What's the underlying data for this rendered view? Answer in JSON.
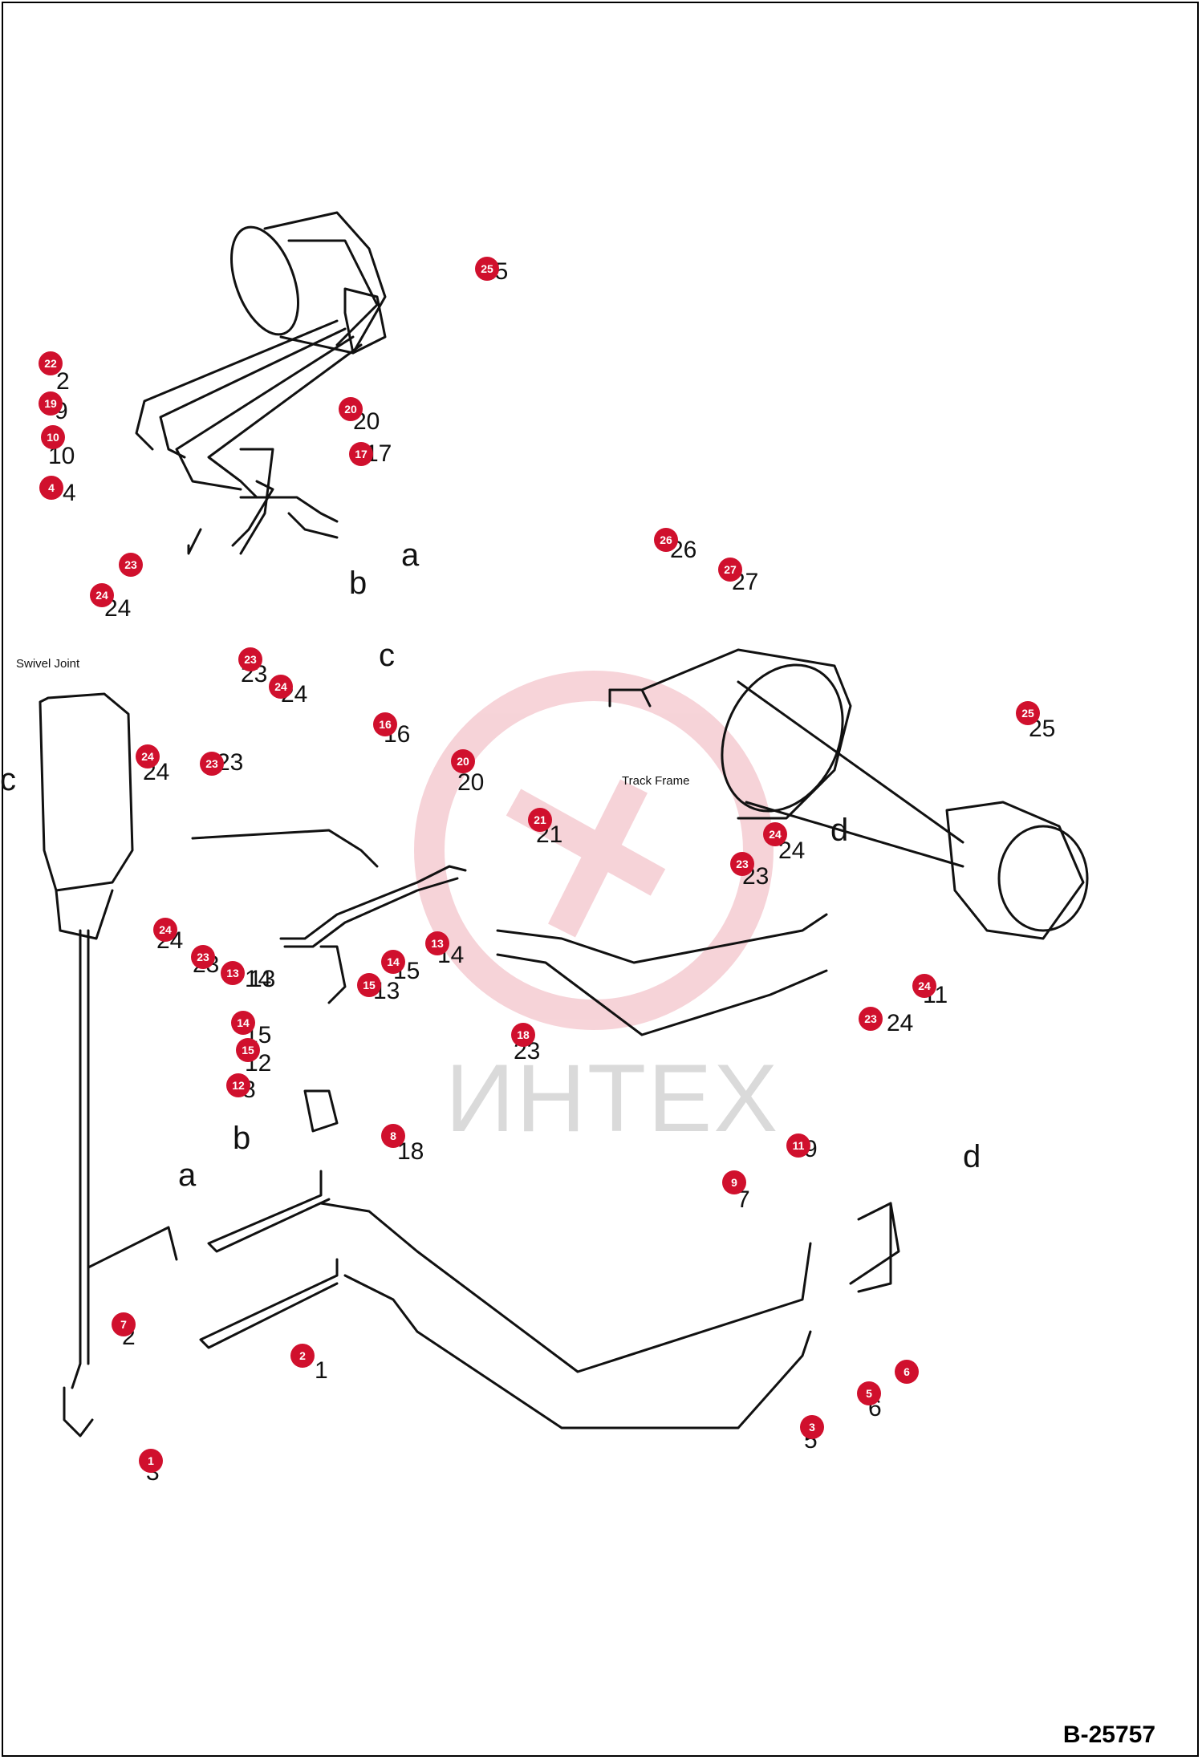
{
  "diagram": {
    "swivel_joint_label": "Swivel Joint",
    "track_frame_label": "Track Frame",
    "drawing_number": "B-25757",
    "watermark_text": "ИНТЕХ",
    "accent_color": "#d0102d",
    "connection_letters": {
      "a_top": "a",
      "b_top": "b",
      "c_top": "c",
      "c_left": "c",
      "d_right": "d",
      "d_bottom": "d",
      "a_bottom": "a",
      "b_bottom": "b"
    },
    "callouts": [
      "25",
      "22",
      "19",
      "10",
      "4",
      "20",
      "17",
      "23",
      "24",
      "23",
      "24",
      "26",
      "27",
      "25",
      "24",
      "23",
      "16",
      "20",
      "21",
      "24",
      "23",
      "24",
      "23",
      "13",
      "14",
      "15",
      "13",
      "14",
      "15",
      "12",
      "8",
      "18",
      "23",
      "24",
      "11",
      "9",
      "7",
      "2",
      "1",
      "3",
      "5",
      "6"
    ],
    "part_labels": [
      "25",
      "2",
      "9",
      "10",
      "4",
      "20",
      "17",
      "24",
      "23",
      "24",
      "26",
      "27",
      "25",
      "24",
      "23",
      "16",
      "20",
      "21",
      "24",
      "23",
      "24",
      "23",
      "13",
      "14",
      "15",
      "13",
      "14",
      "15",
      "12",
      "8",
      "18",
      "23",
      "24",
      "11",
      "9",
      "7",
      "2",
      "1",
      "3",
      "5",
      "6"
    ]
  }
}
